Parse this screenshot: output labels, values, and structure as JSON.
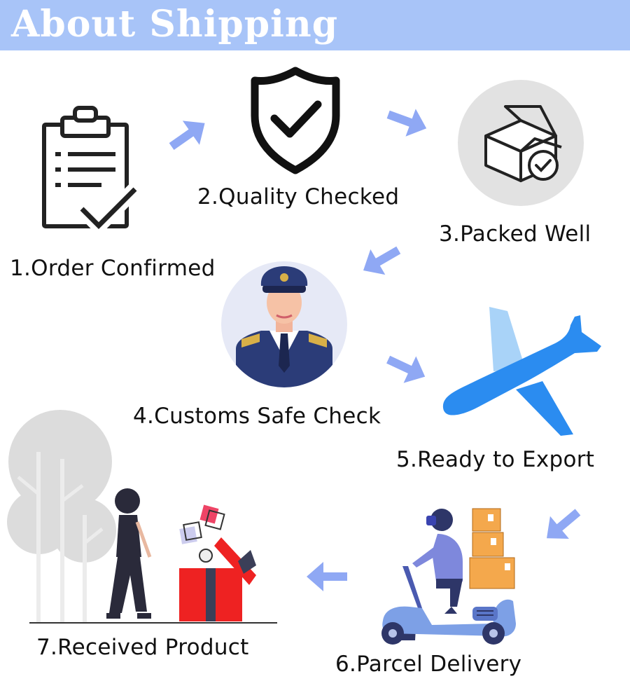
{
  "header": {
    "title": "About Shipping"
  },
  "steps": [
    {
      "label": "1.Order Confirmed",
      "icon": "clipboard-check-icon"
    },
    {
      "label": "2.Quality Checked",
      "icon": "shield-check-icon"
    },
    {
      "label": "3.Packed Well",
      "icon": "box-check-icon"
    },
    {
      "label": "4.Customs Safe Check",
      "icon": "customs-officer-icon"
    },
    {
      "label": "5.Ready to Export",
      "icon": "airplane-icon"
    },
    {
      "label": "6.Parcel Delivery",
      "icon": "scooter-courier-icon"
    },
    {
      "label": "7.Received Product",
      "icon": "gift-receiver-icon"
    }
  ],
  "colors": {
    "header_bg": "#a8c4f8",
    "arrow": "#8fa8f4",
    "airplane": "#2b8cf0",
    "gift": "#ee2222"
  }
}
